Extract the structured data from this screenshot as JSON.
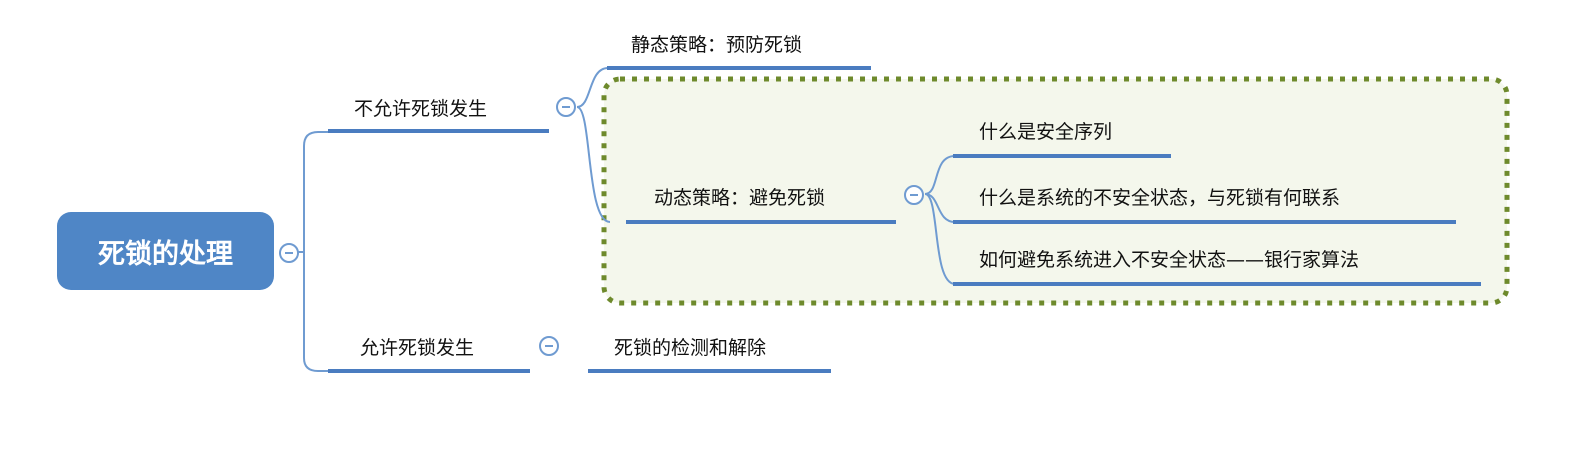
{
  "root": {
    "label": "死锁的处理"
  },
  "branches": [
    {
      "label": "不允许死锁发生",
      "children": [
        {
          "label": "静态策略：预防死锁"
        },
        {
          "label": "动态策略：避免死锁",
          "children": [
            {
              "label": "什么是安全序列"
            },
            {
              "label": "什么是系统的不安全状态，与死锁有何联系"
            },
            {
              "label": "如何避免系统进入不安全状态——银行家算法"
            }
          ]
        }
      ]
    },
    {
      "label": "允许死锁发生",
      "children": [
        {
          "label": "死锁的检测和解除"
        }
      ]
    }
  ],
  "colors": {
    "root_fill": "#4f86c6",
    "connector": "#6f9bd1",
    "underline": "#4a7cc0",
    "highlight_border": "#6e8a2c",
    "highlight_fill": "#f4f7ec"
  }
}
